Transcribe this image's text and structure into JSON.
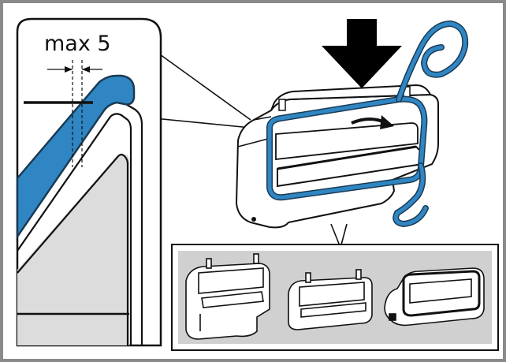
{
  "detail": {
    "label": "max 5"
  },
  "colors": {
    "frame": "#8a8a8a",
    "seal": "#2f86c2",
    "seal_outline": "#1a3a55",
    "arrow": "#000000",
    "inset_bg": "#d0d0d0",
    "detail_fill": "#dcdcdc",
    "line": "#111111"
  },
  "icons": [
    "down-arrow-icon",
    "curved-arrow-icon"
  ],
  "variants": [
    "small-adapter",
    "medium-adapter",
    "rounded-adapter"
  ]
}
